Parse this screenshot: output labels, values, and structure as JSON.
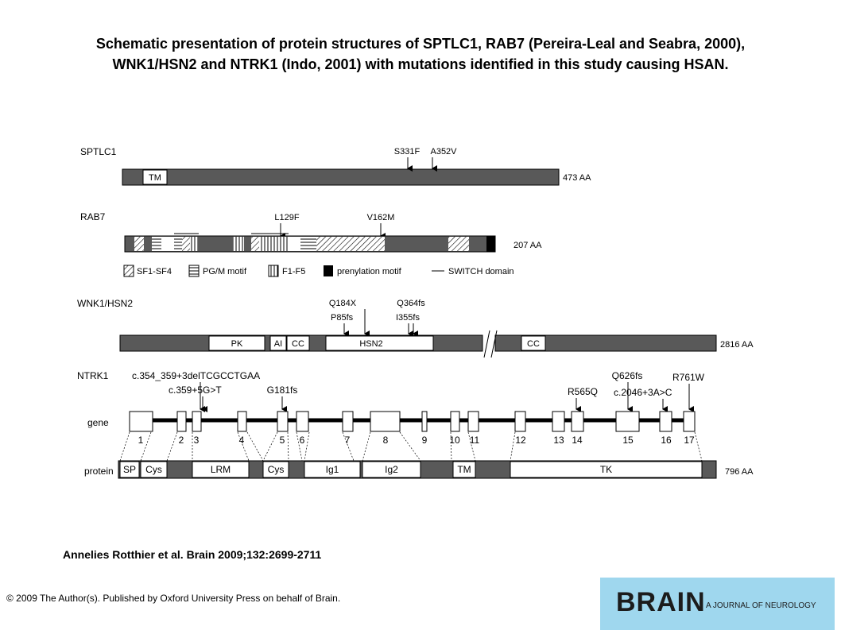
{
  "title_line1": "Schematic presentation of protein structures of SPTLC1, RAB7 (Pereira-Leal and Seabra, 2000),",
  "title_line2": "WNK1/HSN2 and NTRK1 (Indo, 2001) with mutations identified in this study causing HSAN.",
  "sptlc1": {
    "name": "SPTLC1",
    "length": "473 AA",
    "domain": "TM",
    "mutations": [
      "S331F",
      "A352V"
    ]
  },
  "rab7": {
    "name": "RAB7",
    "length": "207 AA",
    "mutations": [
      "L129F",
      "V162M"
    ],
    "legend": [
      "SF1-SF4",
      "PG/M motif",
      "F1-F5",
      "prenylation motif",
      "SWITCH domain"
    ]
  },
  "wnk1": {
    "name": "WNK1/HSN2",
    "length": "2816 AA",
    "domains": [
      "PK",
      "AI",
      "CC",
      "HSN2",
      "CC"
    ],
    "mutations": [
      "P85fs",
      "Q184X",
      "Q364fs",
      "I355fs"
    ]
  },
  "ntrk1": {
    "name": "NTRK1",
    "gene_label": "gene",
    "protein_label": "protein",
    "length": "796 AA",
    "mutations": [
      "c.354_359+3delTCGCCTGAA",
      "c.359+5G>T",
      "G181fs",
      "R565Q",
      "Q626fs",
      "c.2046+3A>C",
      "R761W"
    ],
    "exons": [
      "1",
      "2",
      "3",
      "4",
      "5",
      "6",
      "7",
      "8",
      "9",
      "10",
      "11",
      "12",
      "13",
      "14",
      "15",
      "16",
      "17"
    ],
    "domains": [
      "SP",
      "Cys",
      "LRM",
      "Cys",
      "Ig1",
      "Ig2",
      "TM",
      "TK"
    ]
  },
  "citation": "Annelies Rotthier et al. Brain 2009;132:2699-2711",
  "copyright": "© 2009 The Author(s). Published by Oxford University Press on behalf of Brain.",
  "brand": {
    "name": "BRAIN",
    "tagline": "A JOURNAL OF NEUROLOGY",
    "color": "#9fd7ee"
  },
  "colors": {
    "bar": "#595959",
    "box": "#ffffff"
  }
}
